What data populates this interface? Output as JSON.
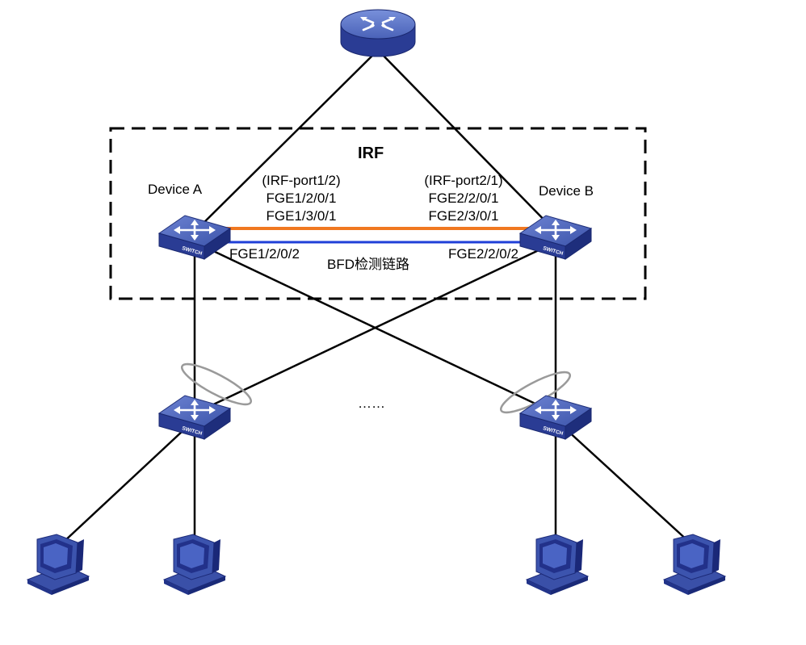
{
  "diagram": {
    "irf_label": "IRF",
    "device_a": "Device A",
    "device_b": "Device B",
    "port_a_lines": [
      "(IRF-port1/2)",
      "FGE1/2/0/1",
      "FGE1/3/0/1"
    ],
    "port_b_lines": [
      "(IRF-port2/1)",
      "FGE2/2/0/1",
      "FGE2/3/0/1"
    ],
    "bfd_port_a": "FGE1/2/0/2",
    "bfd_port_b": "FGE2/2/0/2",
    "bfd_label": "BFD检测链路",
    "ellipsis": "……",
    "switch_text": "SWITCH",
    "colors": {
      "irf_link": "#F07820",
      "bfd_link": "#1F3FD8",
      "device_top": "#4A62B8",
      "device_side": "#26388A",
      "dashed_box": "#000000"
    },
    "icons": [
      "router-icon",
      "switch-icon",
      "pc-icon"
    ]
  }
}
